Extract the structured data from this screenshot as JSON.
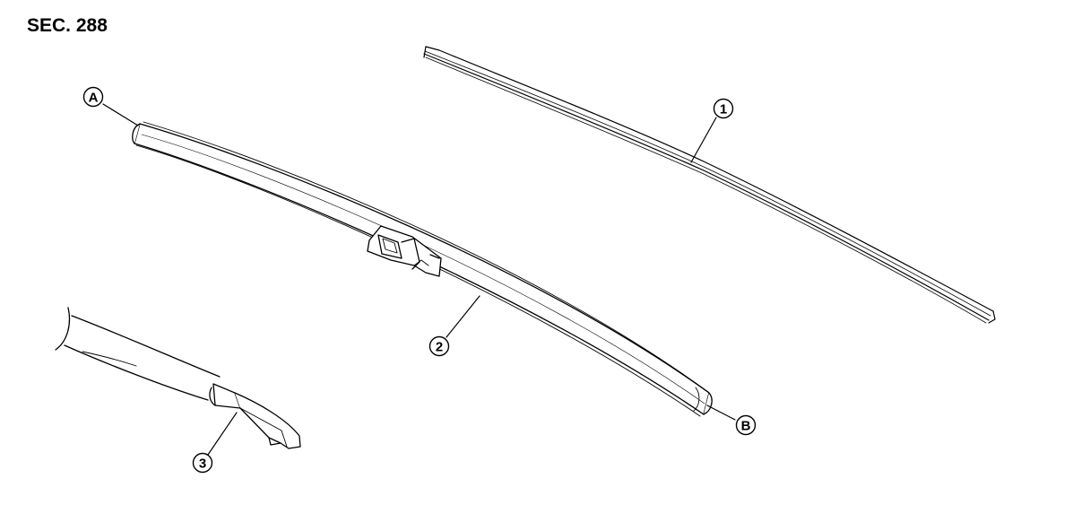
{
  "section_label": "SEC. 288",
  "callouts": {
    "c1": "1",
    "c2": "2",
    "c3": "3",
    "cA": "A",
    "cB": "B"
  },
  "colors": {
    "ink": "#000000",
    "paper": "#ffffff",
    "shade": "#f2f2f2"
  }
}
